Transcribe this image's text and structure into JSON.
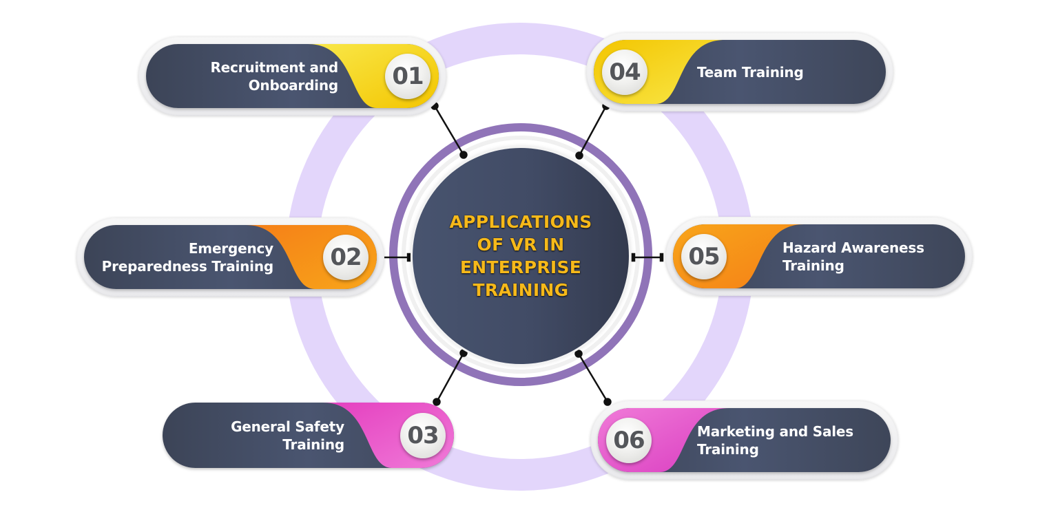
{
  "title": "APPLICATIONS OF VR IN ENTERPRISE TRAINING",
  "center": {
    "title_lines": [
      "APPLICATIONS",
      "OF VR IN",
      "ENTERPRISE",
      "TRAINING"
    ]
  },
  "colors": {
    "card_dark": "#414b63",
    "center_title": "#f6b91a",
    "outer_ring": "#e3d6fb",
    "inner_ring": "#9074b8",
    "yellow": "#f7d40e",
    "orange": "#f7941d",
    "magenta": "#d946c8"
  },
  "items": [
    {
      "number": "01",
      "lines": [
        "Recruitment and",
        "Onboarding"
      ],
      "accent": "yellow",
      "side": "left"
    },
    {
      "number": "02",
      "lines": [
        "Emergency",
        "Preparedness Training"
      ],
      "accent": "orange",
      "side": "left"
    },
    {
      "number": "03",
      "lines": [
        "General Safety",
        "Training"
      ],
      "accent": "magenta",
      "side": "left"
    },
    {
      "number": "04",
      "lines": [
        "Team Training"
      ],
      "accent": "yellow",
      "side": "right"
    },
    {
      "number": "05",
      "lines": [
        "Hazard Awareness",
        "Training"
      ],
      "accent": "orange",
      "side": "right"
    },
    {
      "number": "06",
      "lines": [
        "Marketing and Sales",
        "Training"
      ],
      "accent": "magenta",
      "side": "right"
    }
  ]
}
